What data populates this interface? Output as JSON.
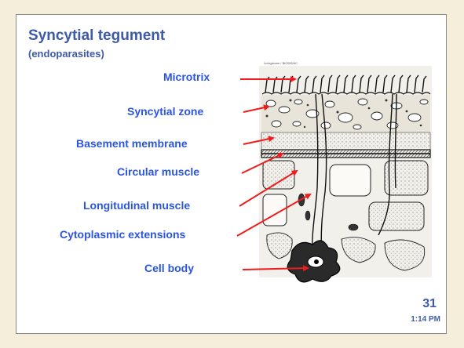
{
  "slide": {
    "title": "Syncytial tegument",
    "subtitle": "(endoparasites)",
    "labels": [
      "Microtrix",
      "Syncytial zone",
      "Basement membrane",
      "Circular muscle",
      "Longitudinal muscle",
      "Cytoplasmic extensions",
      "Cell body"
    ],
    "image_credit": "Livingstone / BIODIDAC",
    "page_number": "31",
    "time": "1:14 PM"
  },
  "colors": {
    "background": "#f5eedb",
    "title": "#3e5aa8",
    "label": "#2b55e0",
    "arrow": "#ee1c1c"
  }
}
